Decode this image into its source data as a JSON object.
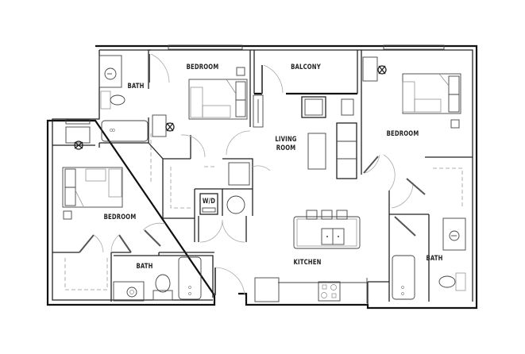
{
  "floor_plan": {
    "rooms": [
      {
        "id": "bath-1",
        "label": "BATH"
      },
      {
        "id": "bedroom-1",
        "label": "BEDROOM"
      },
      {
        "id": "balcony",
        "label": "BALCONY"
      },
      {
        "id": "living-room",
        "label_line1": "LIVING",
        "label_line2": "ROOM"
      },
      {
        "id": "bedroom-2",
        "label": "BEDROOM"
      },
      {
        "id": "bedroom-3",
        "label": "BEDROOM"
      },
      {
        "id": "bath-2",
        "label": "BATH"
      },
      {
        "id": "kitchen",
        "label": "KITCHEN"
      },
      {
        "id": "bath-3",
        "label": "BATH"
      }
    ],
    "fixtures": {
      "washer_dryer": "W/D"
    },
    "colors": {
      "wall": "#111111",
      "fixture": "#444444",
      "background": "#ffffff"
    }
  }
}
